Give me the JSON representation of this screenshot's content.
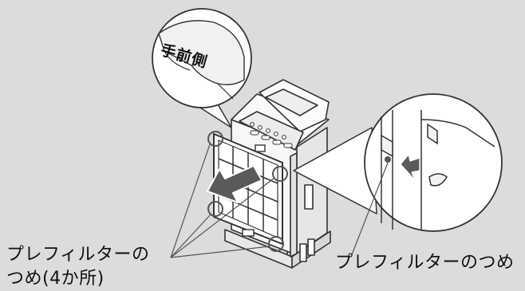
{
  "callout": {
    "text": "手前側"
  },
  "labels": {
    "prefilter_tabs_line1": "プレフィルターの",
    "prefilter_tabs_line2": "つめ(4か所)",
    "prefilter_tab": "プレフィルターのつめ"
  },
  "colors": {
    "background": "#dcdcdc",
    "line": "#333333",
    "arrow": "#555555",
    "device_body": "#f4f4f4"
  }
}
